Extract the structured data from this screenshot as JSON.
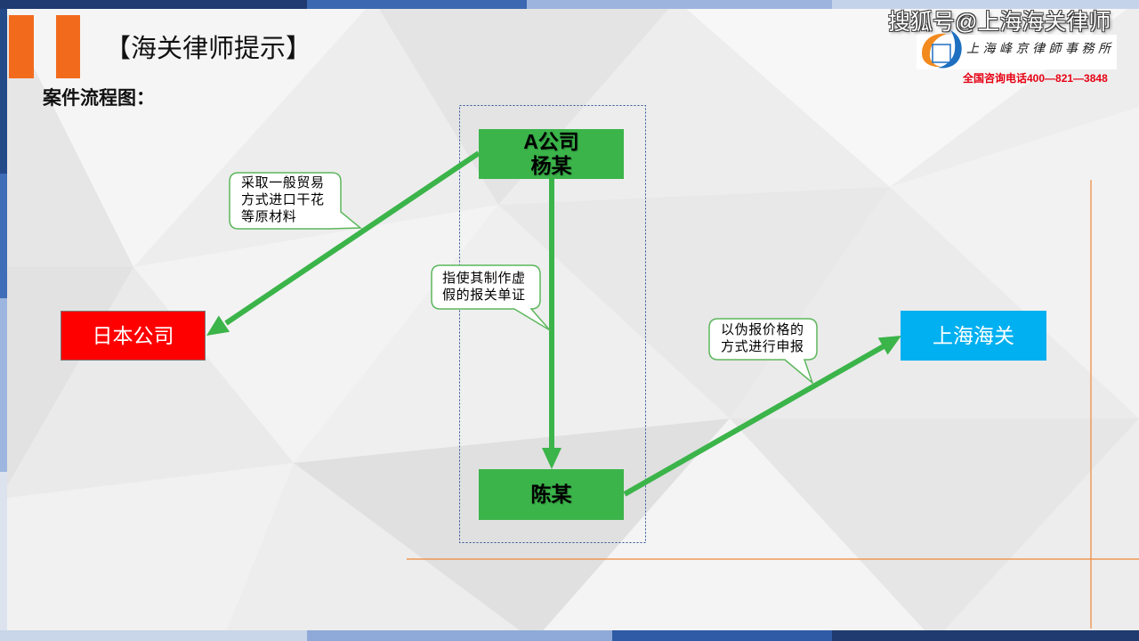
{
  "slide": {
    "title": "【海关律师提示】",
    "subtitle": "案件流程图："
  },
  "watermark": {
    "platform_handle": "搜狐号@上海海关律师",
    "firm_name": "上海峰京律師事務所",
    "hotline": "全国咨询电话400—821—3848"
  },
  "diagram": {
    "nodes": {
      "a_company": {
        "label_lines": [
          "A公司",
          "杨某"
        ],
        "fill": "#3BB44A",
        "text_color": "#000000"
      },
      "chen": {
        "label": "陈某",
        "fill": "#3BB44A",
        "text_color": "#000000"
      },
      "japan_company": {
        "label": "日本公司",
        "fill": "#FF0000",
        "text_color": "#FFFFFF"
      },
      "shanghai_customs": {
        "label": "上海海关",
        "fill": "#00B0F0",
        "text_color": "#FFFFFF"
      }
    },
    "edges": {
      "a_company_to_japan_company": {
        "label_lines": [
          "采取一般贸易",
          "方式进口干花",
          "等原材料"
        ]
      },
      "a_company_to_chen": {
        "label_lines": [
          "指使其制作虚",
          "假的报关单证"
        ]
      },
      "chen_to_shanghai_customs": {
        "label_lines": [
          "以伪报价格的",
          "方式进行申报"
        ]
      }
    },
    "arrow_color": "#3BB44A",
    "callout_border_color": "#5DB75D",
    "group_border_color": "#2F5597"
  },
  "colors": {
    "accent_orange": "#F26B1D",
    "hotline_red": "#E60012",
    "guide_line_orange": "#F0883A"
  }
}
